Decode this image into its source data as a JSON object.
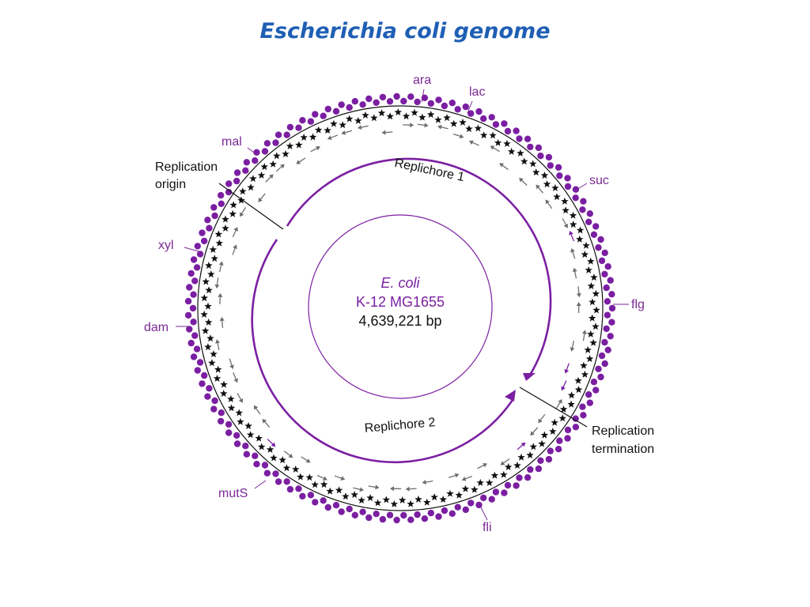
{
  "title": "Escherichia coli genome",
  "center": {
    "organism": "E. coli",
    "strain": "K-12 MG1655",
    "size": "4,639,221 bp"
  },
  "replichores": {
    "r1": "Replichore 1",
    "r2": "Replichore 2"
  },
  "replication": {
    "origin_line1": "Replication",
    "origin_line2": "origin",
    "term_line1": "Replication",
    "term_line2": "termination"
  },
  "genes": {
    "ara": "ara",
    "lac": "lac",
    "suc": "suc",
    "flg": "flg",
    "fli": "fli",
    "mutS": "mutS",
    "dam": "dam",
    "xyl": "xyl",
    "mal": "mal"
  },
  "colors": {
    "title": "#1f5fb4",
    "purple": "#7b1fa2",
    "gene_label": "#7b2a95",
    "grey_arrow": "#6e6e6e"
  }
}
